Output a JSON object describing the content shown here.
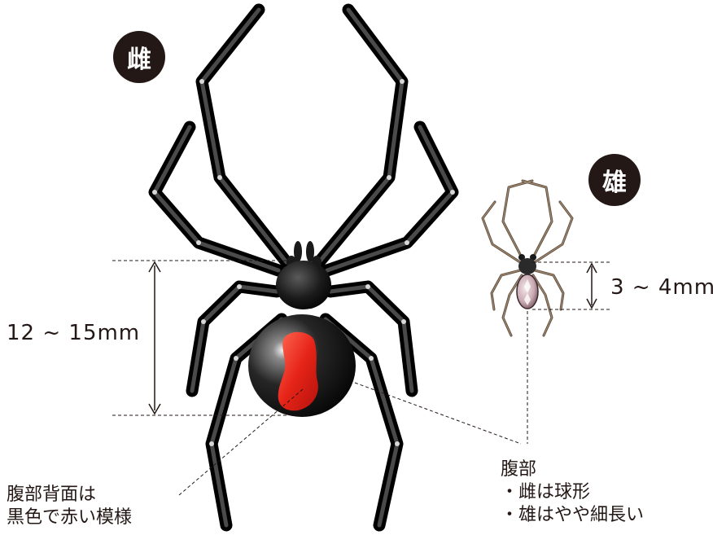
{
  "female": {
    "badge": "雌",
    "size": "12 ~ 15mm"
  },
  "male": {
    "badge": "雄",
    "size": "3 ~ 4mm"
  },
  "dorsal_note": {
    "line1": "腹部背面は",
    "line2": "黒色で赤い模様"
  },
  "abdomen_note": {
    "title": "腹部",
    "line1": "・雌は球形",
    "line2": "・雄はやや細長い"
  },
  "colors": {
    "badge": "#231815",
    "body": "#1a1a1a",
    "marking": "#e62418",
    "male_legs": "#8a7560"
  }
}
